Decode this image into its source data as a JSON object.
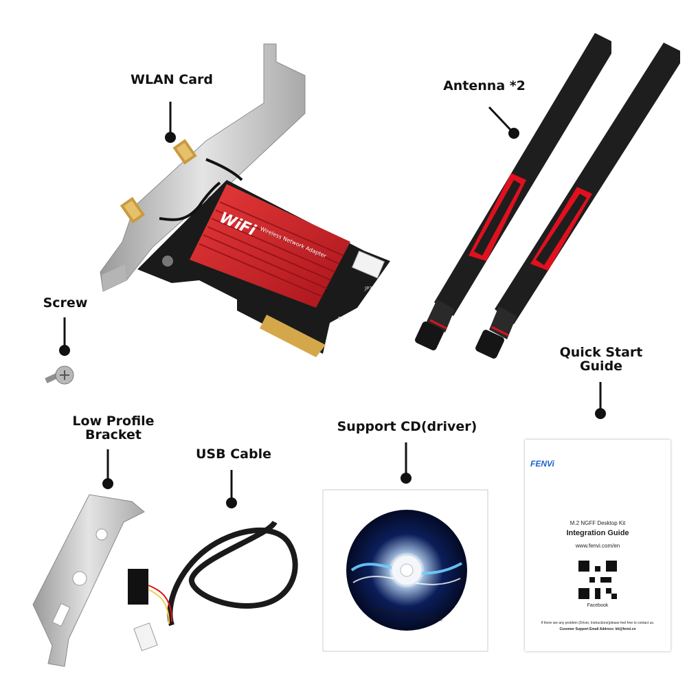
{
  "labels": {
    "wlan_card": "WLAN Card",
    "antenna": "Antenna *2",
    "screw": "Screw",
    "quick_start": "Quick Start\nGuide",
    "low_profile": "Low Profile\nBracket",
    "usb_cable": "USB Cable",
    "support_cd": "Support CD(driver)"
  },
  "card": {
    "heatsink_text": "WiFi",
    "heatsink_subtext": "Wireless Network Adapter",
    "silk_1": "JP3",
    "silk_2": "BT"
  },
  "cd": {
    "label": "Desktop Wireless Card Drive"
  },
  "guide": {
    "brand": "FENVi",
    "kit_name": "M.2 NGFF Desktop Kit",
    "title": "Integration Guide",
    "url": "www.fenvi.com/en",
    "qr_caption": "Facebook",
    "help_line": "If there are any problem (Driver, Instructions)please feel free to contact us.",
    "support_line": "Cusomer Support Email Address: ktt@fenvi.cn"
  },
  "colors": {
    "heatsink_red": "#d0202a",
    "pcb_black": "#1a1a1a",
    "gold": "#d4a84a",
    "bracket_silver": "#c8c8c8",
    "antenna_black": "#1e1e1e",
    "antenna_red": "#e0101e",
    "guide_blue": "#1a63c9"
  }
}
